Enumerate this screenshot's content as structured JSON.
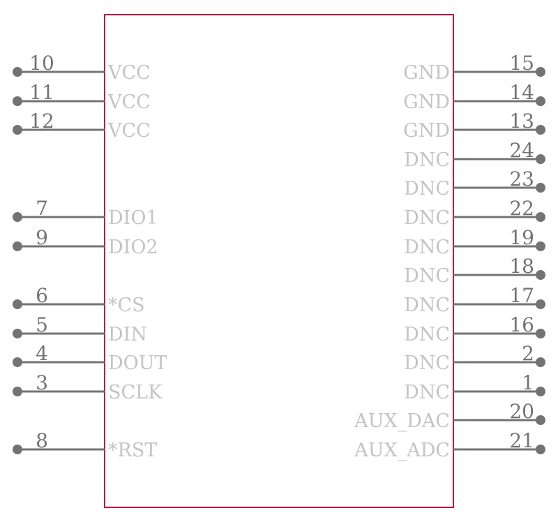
{
  "component": {
    "colors": {
      "outline": "#c0143c",
      "pin": "#737373",
      "pin_label": "#c4c4c4",
      "background": "#ffffff"
    },
    "left_pins": [
      {
        "number": "10",
        "name": "VCC"
      },
      {
        "number": "11",
        "name": "VCC"
      },
      {
        "number": "12",
        "name": "VCC"
      },
      {
        "number": "7",
        "name": "DIO1"
      },
      {
        "number": "9",
        "name": "DIO2"
      },
      {
        "number": "6",
        "name": "*CS"
      },
      {
        "number": "5",
        "name": "DIN"
      },
      {
        "number": "4",
        "name": "DOUT"
      },
      {
        "number": "3",
        "name": "SCLK"
      },
      {
        "number": "8",
        "name": "*RST"
      }
    ],
    "right_pins": [
      {
        "number": "15",
        "name": "GND"
      },
      {
        "number": "14",
        "name": "GND"
      },
      {
        "number": "13",
        "name": "GND"
      },
      {
        "number": "24",
        "name": "DNC"
      },
      {
        "number": "23",
        "name": "DNC"
      },
      {
        "number": "22",
        "name": "DNC"
      },
      {
        "number": "19",
        "name": "DNC"
      },
      {
        "number": "18",
        "name": "DNC"
      },
      {
        "number": "17",
        "name": "DNC"
      },
      {
        "number": "16",
        "name": "DNC"
      },
      {
        "number": "2",
        "name": "DNC"
      },
      {
        "number": "1",
        "name": "DNC"
      },
      {
        "number": "20",
        "name": "AUX_DAC"
      },
      {
        "number": "21",
        "name": "AUX_ADC"
      }
    ]
  }
}
